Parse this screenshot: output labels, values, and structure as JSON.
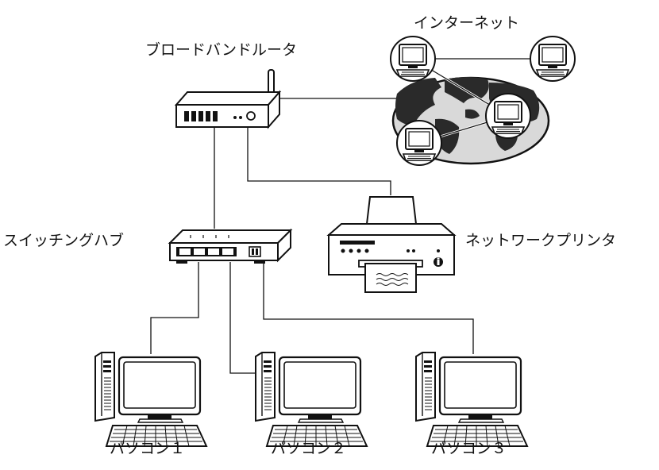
{
  "labels": {
    "internet": "インターネット",
    "router": "ブロードバンドルータ",
    "switch": "スイッチングハブ",
    "printer": "ネットワークプリンタ",
    "pc1": "パソコン１",
    "pc2": "パソコン２",
    "pc3": "パソコン３"
  },
  "icons": [
    "router-icon",
    "globe-icon",
    "switching-hub-icon",
    "printer-icon",
    "pc-icon",
    "monitor-icon"
  ],
  "colors": {
    "line": "#111111",
    "globe_land": "#2a2a2a",
    "globe_ocean": "#d9d9d9"
  }
}
